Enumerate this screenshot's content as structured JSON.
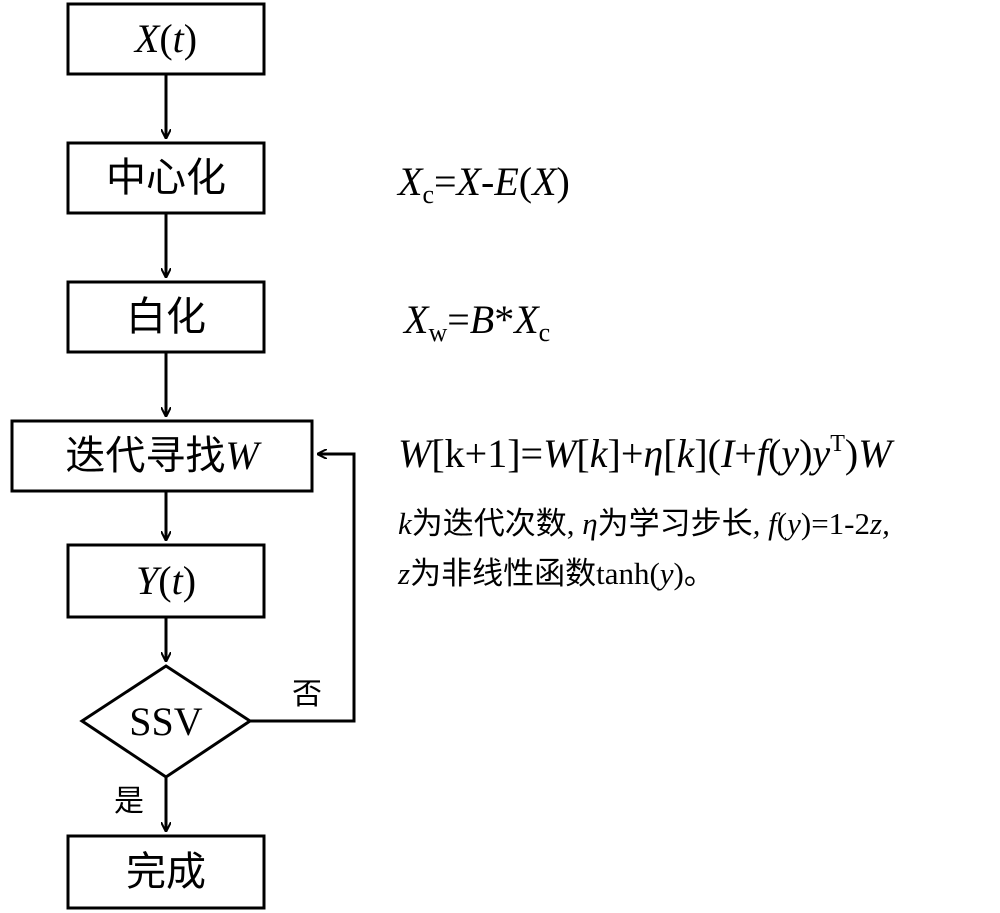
{
  "nodes": {
    "input": {
      "text_var": "X",
      "text_open": "(",
      "text_t": "t",
      "text_close": ")"
    },
    "centering": {
      "text": "中心化"
    },
    "whitening": {
      "text": "白化"
    },
    "iterate": {
      "text": "迭代寻找",
      "var": "W"
    },
    "output": {
      "text_var": "Y",
      "text_open": "(",
      "text_t": "t",
      "text_close": ")"
    },
    "decision": {
      "text": "SSV"
    },
    "done": {
      "text": "完成"
    }
  },
  "edges": {
    "yes_label": "是",
    "no_label": "否"
  },
  "formulas": {
    "centering": {
      "x": "X",
      "sub_c": "c",
      "eq": "=",
      "x2": "X",
      "minus": "-",
      "e": "E",
      "open": "(",
      "x3": "X",
      "close": ")"
    },
    "whitening": {
      "x": "X",
      "sub_w": "w",
      "eq": "=",
      "b": "B",
      "star": "*",
      "x2": "X",
      "sub_c": "c"
    },
    "update": {
      "w1": "W",
      "p1": "[k+1]=",
      "w2": "W",
      "p2": "[",
      "k1": "k",
      "p3": "]+",
      "eta": "η",
      "p4": "[",
      "k2": "k",
      "p5": "](",
      "i": "I",
      "plus": "+",
      "f": "f",
      "p6": "(",
      "y1": "y",
      "p7": ")",
      "y2": "y",
      "sup_t": "T",
      "p8": ")",
      "w3": "W"
    },
    "note_line1": {
      "k": "k",
      "t1": "为迭代次数, ",
      "eta": "η",
      "t2": "为学习步长",
      "comma": ",",
      "f": " f",
      "t3": "(",
      "y": "y",
      "t4": ")=1-2",
      "z": "z",
      "t5": ","
    },
    "note_line2": {
      "z": "z",
      "t1": "为非线性函数tanh(",
      "y": "y",
      "t2": ")。"
    }
  }
}
